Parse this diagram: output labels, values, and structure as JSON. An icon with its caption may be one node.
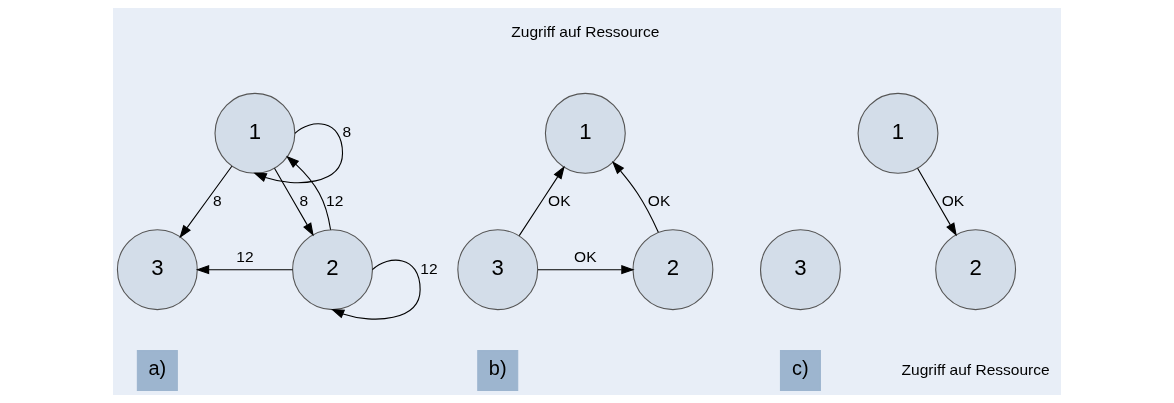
{
  "diagram": {
    "nodes": [
      {
        "text": [
          "1"
        ]
      },
      {
        "text": [
          "3"
        ]
      },
      {
        "text": [
          "2"
        ]
      },
      {
        "text": [
          "a)"
        ]
      },
      {
        "text": [
          "1"
        ],
        "beside": [
          "Zugriff auf Ressource"
        ]
      },
      {
        "text": [
          "3"
        ]
      },
      {
        "text": [
          "2"
        ]
      },
      {
        "text": [
          "b)"
        ]
      },
      {
        "text": [
          "1"
        ]
      },
      {
        "text": [
          "3"
        ]
      },
      {
        "text": [
          "2"
        ],
        "beside": [
          "Zugriff auf Ressource"
        ]
      },
      {
        "text": [
          "c)"
        ]
      }
    ],
    "edges": [
      {
        "from": 0,
        "to": 0,
        "arrow": "to",
        "label": "8"
      },
      {
        "from": 0,
        "to": 1,
        "arrow": "to",
        "label": "8"
      },
      {
        "from": 0,
        "to": 2,
        "arrow": "to",
        "label": "8"
      },
      {
        "from": 2,
        "to": 0,
        "arrow": "to",
        "label": "12"
      },
      {
        "from": 2,
        "to": 1,
        "arrow": "to",
        "label": "12"
      },
      {
        "from": 2,
        "to": 2,
        "arrow": "to",
        "label": "12"
      },
      {
        "from": 5,
        "to": 4,
        "arrow": "to",
        "label": "OK"
      },
      {
        "from": 6,
        "to": 4,
        "arrow": "to",
        "label": "OK"
      },
      {
        "from": 5,
        "to": 6,
        "arrow": "to",
        "label": "OK"
      },
      {
        "from": 8,
        "to": 10,
        "arrow": "to",
        "label": "OK"
      }
    ]
  }
}
